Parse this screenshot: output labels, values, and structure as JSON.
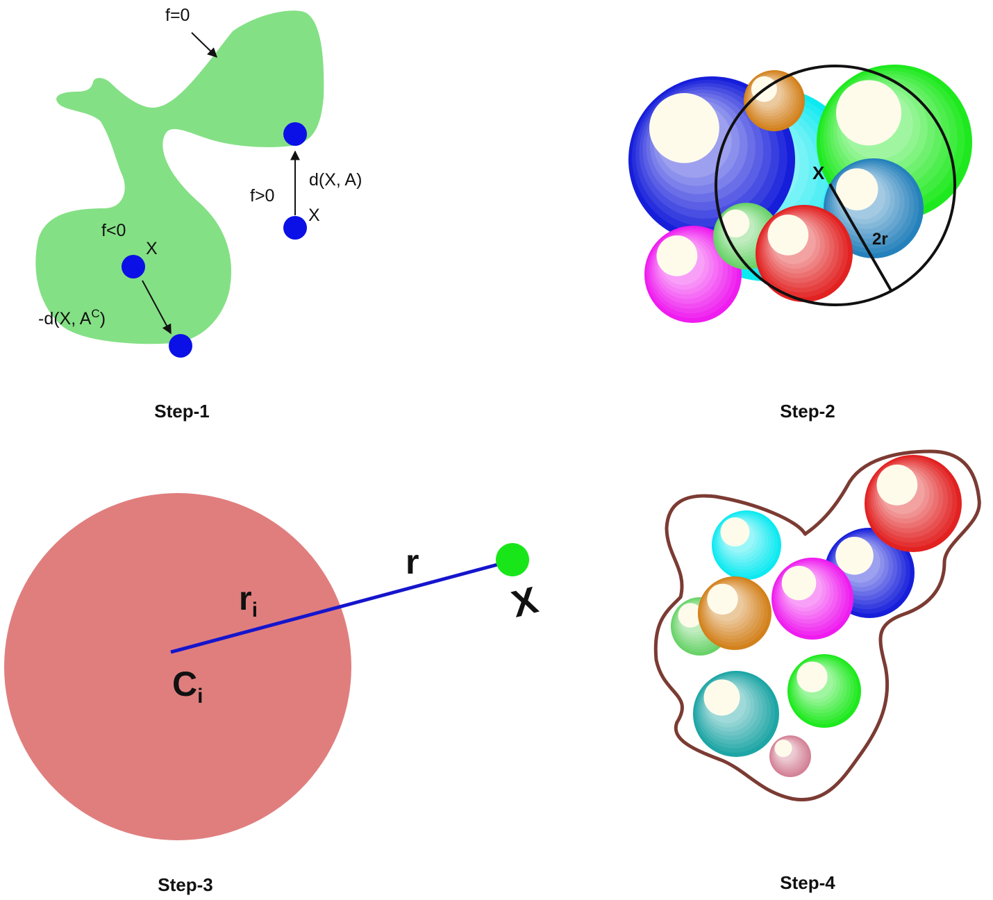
{
  "panels": {
    "step1": {
      "caption": "Step-1",
      "label_boundary": "f=0",
      "label_outside": "f>0",
      "label_dist_outside": "d(X, A)",
      "label_point_outside": "X",
      "label_inside": "f<0",
      "label_point_inside": "X",
      "label_dist_inside_prefix": "-d(X, A",
      "label_dist_inside_sup": "C",
      "label_dist_inside_suffix": ")"
    },
    "step2": {
      "caption": "Step-2",
      "label_point": "X",
      "label_radius": "2r"
    },
    "step3": {
      "caption": "Step-3",
      "label_r": "r",
      "label_ri": "r",
      "label_ri_sub": "i",
      "label_ci": "C",
      "label_ci_sub": "i",
      "label_x": "X"
    },
    "step4": {
      "caption": "Step-4"
    }
  },
  "colors": {
    "region_fill": "#84e085",
    "point_blue": "#0a10e6",
    "big_circle": "#e07e7e",
    "point_green": "#19e619",
    "line_blue": "#1515cc",
    "contour": "#7b3b33",
    "text": "#111111"
  },
  "spheres": {
    "step2": [
      {
        "color": "#00e8f0"
      },
      {
        "color": "#0a12d8"
      },
      {
        "color": "#ee10ee"
      },
      {
        "color": "#12e812"
      },
      {
        "color": "#1a7ab8"
      },
      {
        "color": "#60d060"
      },
      {
        "color": "#e01515"
      },
      {
        "color": "#d07a10"
      }
    ],
    "step4": [
      {
        "color": "#00e8f0"
      },
      {
        "color": "#0a12d8"
      },
      {
        "color": "#e01515"
      },
      {
        "color": "#60d060"
      },
      {
        "color": "#d07a10"
      },
      {
        "color": "#ee10ee"
      },
      {
        "color": "#12a0a0"
      },
      {
        "color": "#12e812"
      },
      {
        "color": "#d07a90"
      }
    ]
  }
}
